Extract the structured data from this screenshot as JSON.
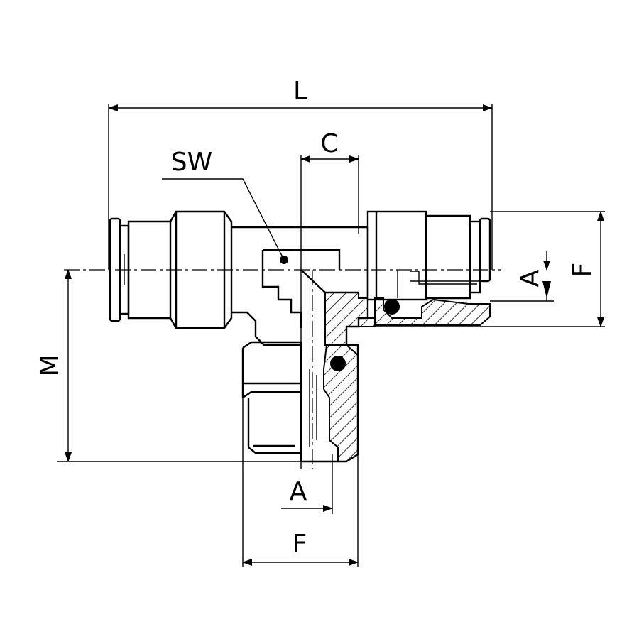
{
  "diagram": {
    "dimension_labels": {
      "L": "L",
      "C": "C",
      "SW": "SW",
      "A_right": "A",
      "F_right": "F",
      "M": "M",
      "A_bottom": "A",
      "F_bottom": "F"
    }
  }
}
